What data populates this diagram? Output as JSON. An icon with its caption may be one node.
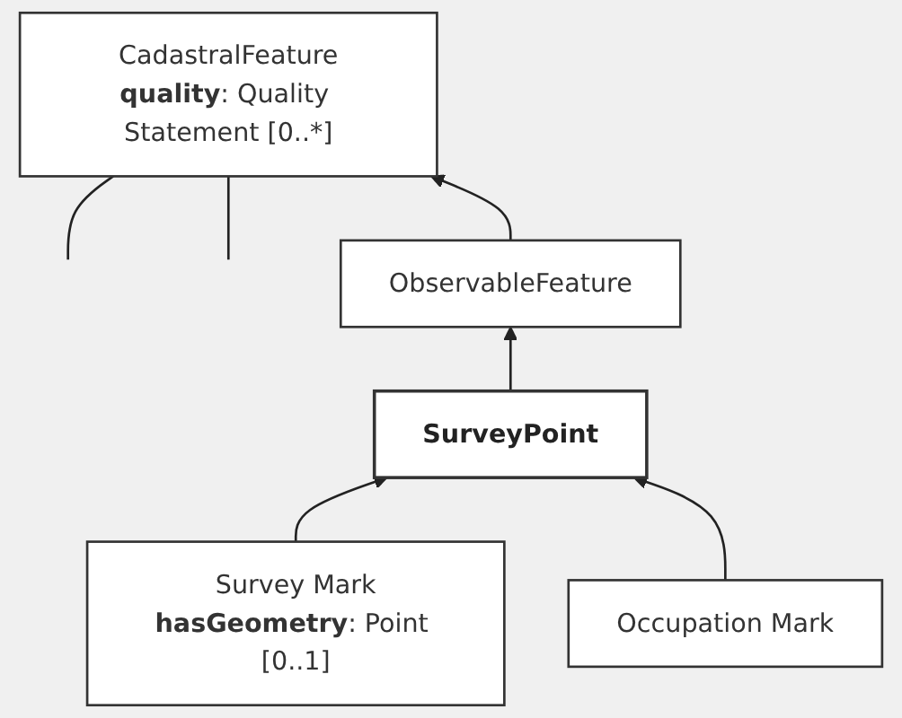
{
  "diagram": {
    "nodes": [
      {
        "text": [
          "CadastralFeature",
          "**quality**: Quality Statement [0..*]"
        ]
      },
      {
        "text": [
          "ObservableFeature"
        ]
      },
      {
        "text": [
          "SurveyPoint"
        ]
      },
      {
        "text": [
          "Survey Mark",
          "**hasGeometry**: Point [0..1]"
        ]
      },
      {
        "text": [
          "Occupation Mark"
        ]
      }
    ],
    "edges": [
      {
        "from": null,
        "to": 0,
        "arrow": "none"
      },
      {
        "from": null,
        "to": 0,
        "arrow": "none"
      },
      {
        "from": 1,
        "to": 0,
        "arrow": "to"
      },
      {
        "from": 2,
        "to": 1,
        "arrow": "to"
      },
      {
        "from": 3,
        "to": 2,
        "arrow": "to"
      },
      {
        "from": 4,
        "to": 2,
        "arrow": "to"
      }
    ]
  }
}
